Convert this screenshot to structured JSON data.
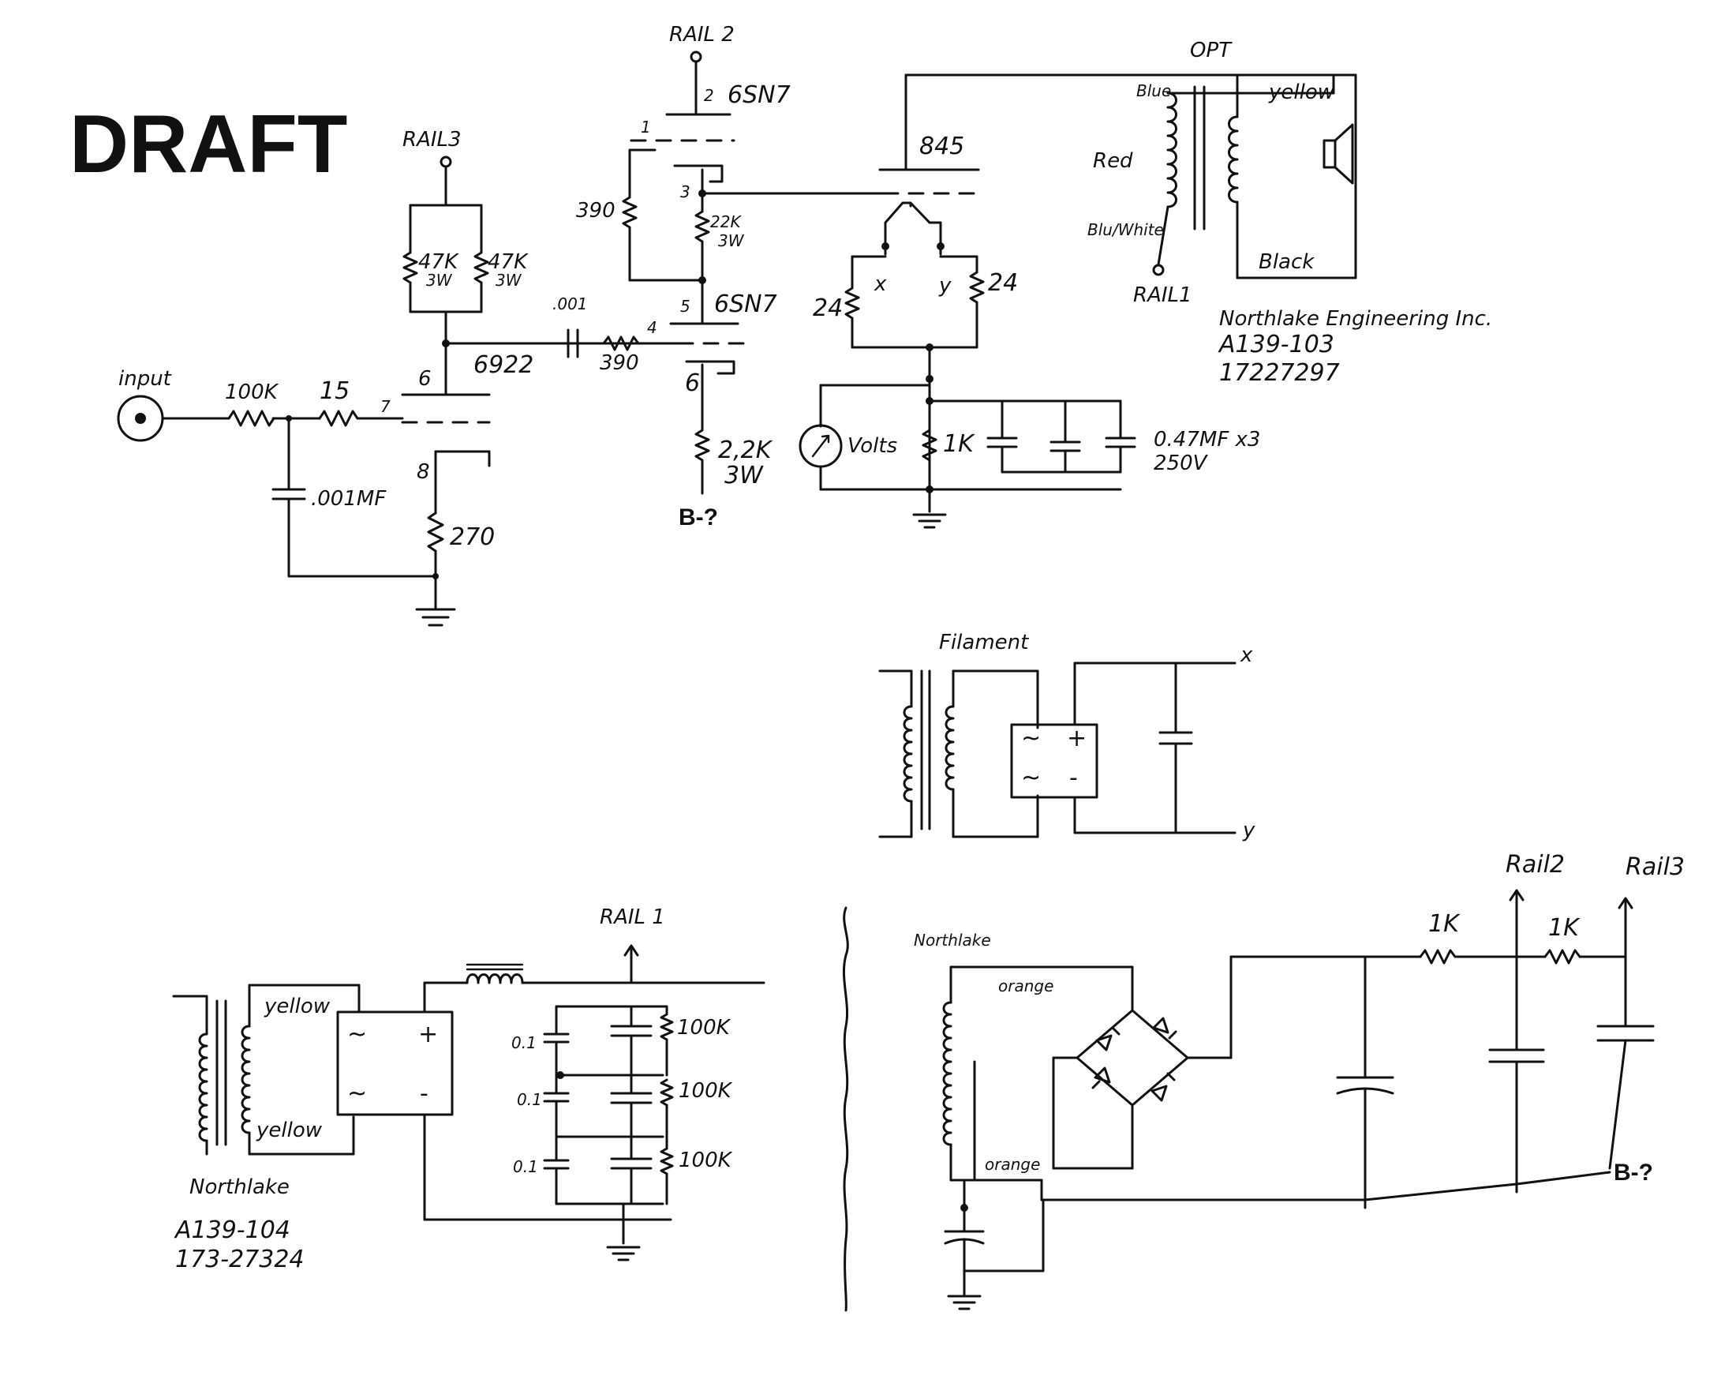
{
  "title": "DRAFT",
  "rails": {
    "rail1": "RAIL 1",
    "rail2": "RAIL 2",
    "rail3": "RAIL3",
    "rail1_supply": "RAIL 1",
    "rail2_supply": "Rail2",
    "rail3_supply": "Rail3",
    "rail1_opt": "RAIL1"
  },
  "input": {
    "label": "input",
    "r_100k": "100K",
    "r_15": "15",
    "pin7": "7",
    "cap": ".001MF"
  },
  "tube_6922": {
    "name": "6922",
    "pin6": "6",
    "pin8": "8",
    "r_cathode": "270",
    "r_plate_1": "47K",
    "r_plate_1_w": "3W",
    "r_plate_2": "47K",
    "r_plate_2_w": "3W"
  },
  "coupling": {
    "cap": ".001",
    "r_grid": "390",
    "pin4": "4"
  },
  "tube_6sn7_upper": {
    "name": "6SN7",
    "pin1": "1",
    "pin2": "2",
    "pin3": "3",
    "r_grid": "390",
    "r_cathode": "22K",
    "r_cathode_w": "3W"
  },
  "tube_6sn7_lower": {
    "name": "6SN7",
    "pin5": "5",
    "pin6": "6",
    "r_cathode": "2,2K",
    "r_cathode_w": "3W",
    "bminus": "B-?"
  },
  "tube_845": {
    "name": "845",
    "fil_x": "x",
    "fil_y": "y",
    "r_left": "24",
    "r_right": "24",
    "meter": "Volts",
    "r_1k": "1K",
    "caps": "0.47MF x3",
    "caps_v": "250V"
  },
  "opt": {
    "title": "OPT",
    "blue": "Blue",
    "red": "Red",
    "blue_white": "Blu/White",
    "yellow": "yellow",
    "black": "Black"
  },
  "opt_part": {
    "maker": "Northlake Engineering Inc.",
    "model": "A139-103",
    "serial": "17227297"
  },
  "filament": {
    "title": "Filament",
    "ac1": "~",
    "ac2": "~",
    "plus": "+",
    "minus": "-",
    "out_x": "x",
    "out_y": "y"
  },
  "rail1_supply": {
    "sec_top": "yellow",
    "sec_bot": "yellow",
    "ac1": "~",
    "ac2": "~",
    "plus": "+",
    "minus": "-",
    "cap1": "0.1",
    "cap2": "0.1",
    "cap3": "0.1",
    "r1": "100K",
    "r2": "100K",
    "r3": "100K",
    "maker": "Northlake",
    "model": "A139-104",
    "serial": "173-27324"
  },
  "hv_supply": {
    "maker": "Northlake",
    "orange_top": "orange",
    "orange_bot": "orange",
    "r1": "1K",
    "r2": "1K",
    "bminus": "B-?"
  }
}
